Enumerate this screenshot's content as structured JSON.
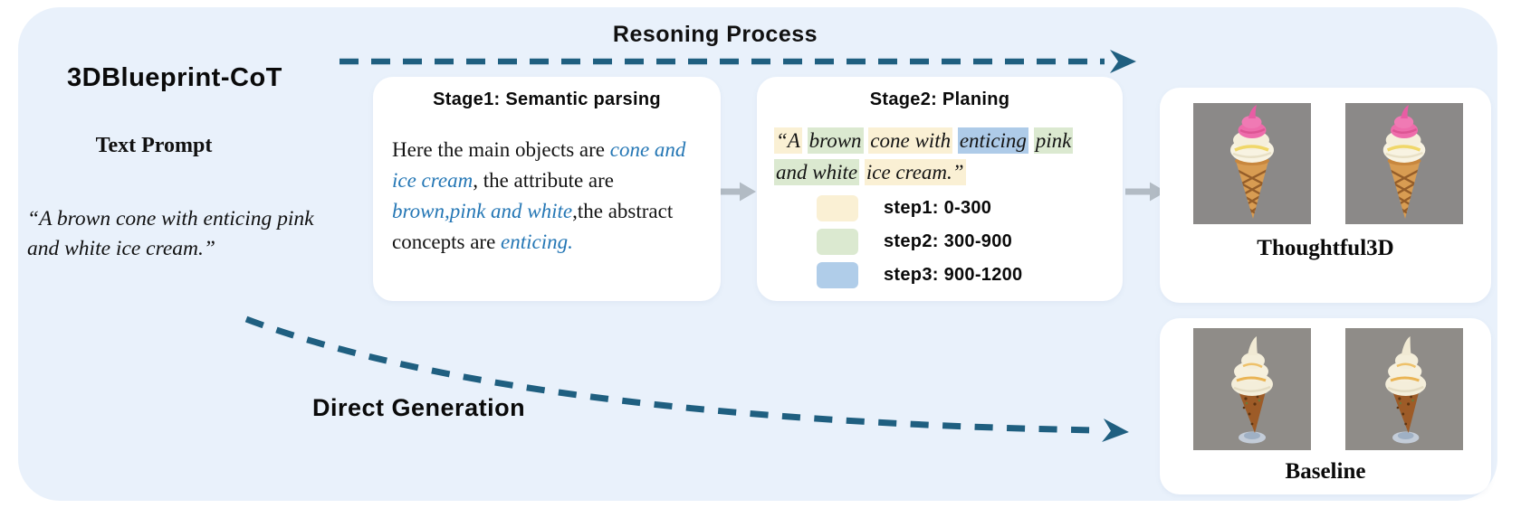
{
  "figure": {
    "reasoning_title": "Resoning Process",
    "direct_label": "Direct Generation"
  },
  "left_panel": {
    "app_title": "3DBlueprint-CoT",
    "prompt_label": "Text Prompt",
    "prompt_quote": "“A brown cone with enticing pink and white ice cream.”"
  },
  "stage1": {
    "title": "Stage1: Semantic parsing",
    "segments": [
      {
        "text": "Here the main objects are ",
        "style": "plain"
      },
      {
        "text": "cone and ice cream",
        "style": "blue-italic"
      },
      {
        "text": ", the  attribute are ",
        "style": "plain"
      },
      {
        "text": "brown,pink and white",
        "style": "blue-italic"
      },
      {
        "text": ",the abstract concepts are ",
        "style": "plain"
      },
      {
        "text": "enticing.",
        "style": "blue-italic"
      }
    ]
  },
  "stage2": {
    "title": "Stage2: Planing",
    "quote_segments": [
      {
        "text": "“A",
        "step": 1
      },
      {
        "text": "brown",
        "step": 2
      },
      {
        "text": "cone with",
        "step": 1
      },
      {
        "text": "enticing",
        "step": 3
      },
      {
        "text": "pink",
        "step": 2
      },
      {
        "text": "and white",
        "step": 2
      },
      {
        "text": "ice cream.”",
        "step": 1
      }
    ],
    "legend": [
      {
        "label": "step1: 0-300",
        "color": "#faf0d4"
      },
      {
        "label": "step2: 300-900",
        "color": "#dbe9d0"
      },
      {
        "label": "step3: 900-1200",
        "color": "#b0cde9"
      }
    ]
  },
  "results": {
    "thoughtful_label": "Thoughtful3D",
    "baseline_label": "Baseline"
  },
  "colors": {
    "canvas_bg": "#e9f1fb",
    "dashed_arrow": "#1f5f80",
    "flow_arrow_gray": "#b2bbc4",
    "semantic_text_blue": "#2577b5",
    "render_bg_thoughtful": "#8b8988",
    "render_bg_baseline": "#8f8c88"
  }
}
